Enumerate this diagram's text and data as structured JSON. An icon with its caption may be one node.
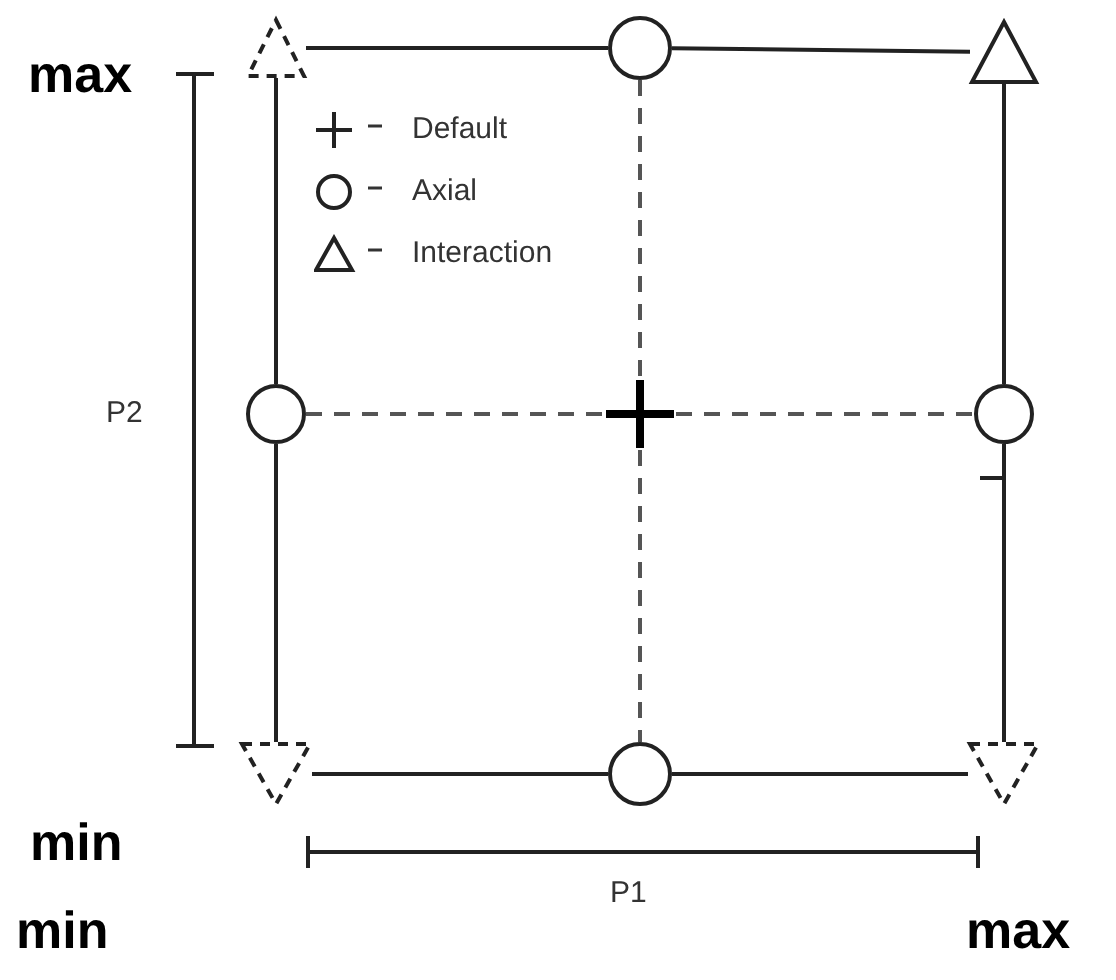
{
  "diagram": {
    "nodes": [
      {
        "text": [],
        "shape": "triangle"
      },
      {
        "text": [],
        "shape": "circle"
      },
      {
        "text": [],
        "shape": "triangle"
      },
      {
        "text": [],
        "shape": "circle"
      },
      {
        "text": [],
        "shape": "cross"
      },
      {
        "text": [],
        "shape": "circle"
      },
      {
        "text": [],
        "shape": "triangle"
      },
      {
        "text": [],
        "shape": "circle"
      },
      {
        "text": [],
        "shape": "triangle"
      }
    ],
    "edges": [
      {
        "from": 0,
        "to": 1,
        "arrow": "none"
      },
      {
        "from": 1,
        "to": 2,
        "arrow": "none"
      },
      {
        "from": 0,
        "to": 3,
        "arrow": "none"
      },
      {
        "from": 1,
        "to": 4,
        "arrow": "none",
        "style": "dashed"
      },
      {
        "from": 2,
        "to": 5,
        "arrow": "none"
      },
      {
        "from": 3,
        "to": 4,
        "arrow": "none",
        "style": "dashed"
      },
      {
        "from": 4,
        "to": 5,
        "arrow": "none",
        "style": "dashed"
      },
      {
        "from": 3,
        "to": 6,
        "arrow": "none"
      },
      {
        "from": 4,
        "to": 7,
        "arrow": "none",
        "style": "dashed"
      },
      {
        "from": 5,
        "to": 8,
        "arrow": "none"
      },
      {
        "from": 6,
        "to": 7,
        "arrow": "none"
      },
      {
        "from": 7,
        "to": 8,
        "arrow": "none"
      }
    ],
    "labels": [
      "max",
      "P2",
      "min",
      "P1",
      "min",
      "max"
    ],
    "legend": [
      {
        "text": "Default"
      },
      {
        "text": "Axial"
      },
      {
        "text": "Interaction"
      }
    ]
  }
}
